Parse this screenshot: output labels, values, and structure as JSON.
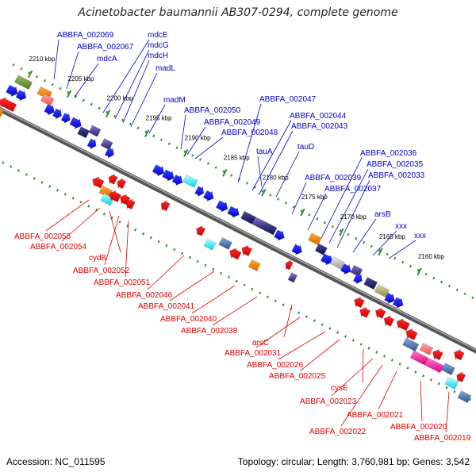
{
  "title": "Acinetobacter baumannii AB307-0294, complete genome",
  "footer": {
    "accession": "Accession: NC_011595",
    "topology": "Topology: circular; Length: 3,760,981 bp; Genes: 3,542"
  },
  "colors": {
    "forward_label": "#0000cc",
    "reverse_label": "#dd0000",
    "backbone": "#666666",
    "ruler_dots": "#2f8f2f"
  },
  "ticks": [
    "2210 kbp",
    "2205 kbp",
    "2200 kbp",
    "2195 kbp",
    "2190 kbp",
    "2185 kbp",
    "2180 kbp",
    "2175 kbp",
    "2170 kbp",
    "2165 kbp",
    "2160 kbp"
  ],
  "forward_labels": [
    "ABBFA_002069",
    "ABBFA_002067",
    "mdcA",
    "mdcE",
    "mdcG",
    "mdcH",
    "madL",
    "madM",
    "ABBFA_002050",
    "ABBFA_002049",
    "ABBFA_002048",
    "ABBFA_002047",
    "ABBFA_002044",
    "ABBFA_002043",
    "tauA",
    "tauD",
    "ABBFA_002039",
    "ABBFA_002037",
    "ABBFA_002036",
    "ABBFA_002035",
    "ABBFA_002033",
    "arsB",
    "xxx",
    "xxx"
  ],
  "reverse_labels": [
    "ABBFA_002055",
    "ABBFA_002054",
    "cydB",
    "ABBFA_002052",
    "ABBFA_002051",
    "ABBFA_002046",
    "ABBFA_002041",
    "ABBFA_002040",
    "ABBFA_002038",
    "arsC",
    "ABBFA_002031",
    "ABBFA_002026",
    "ABBFA_002025",
    "cysE",
    "ABBFA_002023",
    "ABBFA_002021",
    "ABBFA_002022",
    "ABBFA_002020",
    "ABBFA_002019"
  ]
}
